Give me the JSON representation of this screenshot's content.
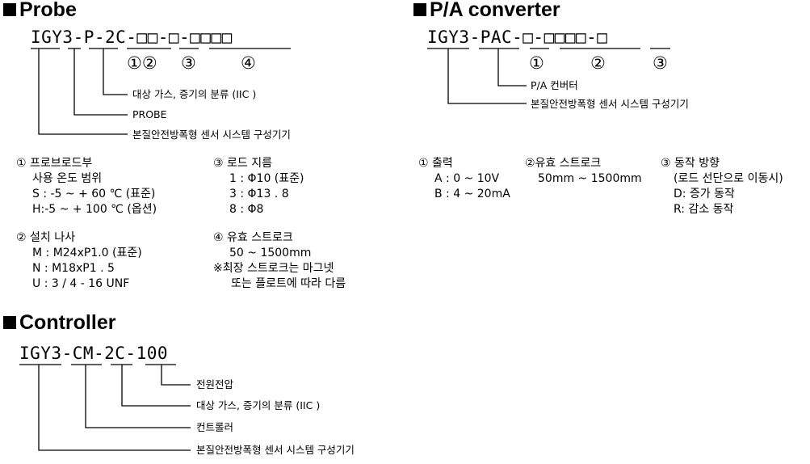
{
  "probe": {
    "heading": "Probe",
    "code": "IGY3-P-2C-□□-□-□□□□",
    "markers": [
      "①②",
      "③",
      "④"
    ],
    "labels": [
      "대상 가스, 증기의 분류 (IIC )",
      "PROBE",
      "본질안전방폭형 센서 시스템 구성기기"
    ],
    "specs": {
      "s1": {
        "title": "① 프로브로드부",
        "lines": [
          "사용 온도 범위",
          "S : -5 ~ + 60 ℃ (표준)",
          "H:-5 ~ + 100 ℃ (옵션)"
        ]
      },
      "s2": {
        "title": "② 설치 나사",
        "lines": [
          "M : M24xP1.0 (표준)",
          "N : M18xP1 . 5",
          "U : 3 / 4 - 16 UNF"
        ]
      },
      "s3": {
        "title": "③ 로드 지름",
        "lines": [
          "1 : Φ10 (표준)",
          "3 : Φ13 . 8",
          "8 : Φ8"
        ]
      },
      "s4": {
        "title": "④ 유효 스트로크",
        "lines": [
          "50 ~ 1500mm",
          "※최장 스트로크는 마그넷",
          "또는 플로트에 따라 다름"
        ]
      }
    }
  },
  "pa": {
    "heading": "P/A converter",
    "code": "IGY3-PAC-□-□□□□-□",
    "markers": [
      "①",
      "②",
      "③"
    ],
    "labels": [
      "P/A 컨버터",
      "본질안전방폭형 센서 시스템 구성기기"
    ],
    "specs": {
      "s1": {
        "title": "① 출력",
        "lines": [
          "A : 0 ~ 10V",
          "B : 4 ~ 20mA"
        ]
      },
      "s2": {
        "title": "②유효 스트로크",
        "lines": [
          "50mm ~ 1500mm"
        ]
      },
      "s3": {
        "title": "③ 동작 방향",
        "lines": [
          "(로드 선단으로 이동시)",
          "D: 증가 동작",
          "R: 감소 동작"
        ]
      }
    }
  },
  "controller": {
    "heading": "Controller",
    "code": "IGY3-CM-2C-100",
    "labels": [
      "전원전압",
      "대상 가스, 증기의 분류 (IIC )",
      "컨트롤러",
      "본질안전방폭형 센서 시스템 구성기기"
    ]
  }
}
